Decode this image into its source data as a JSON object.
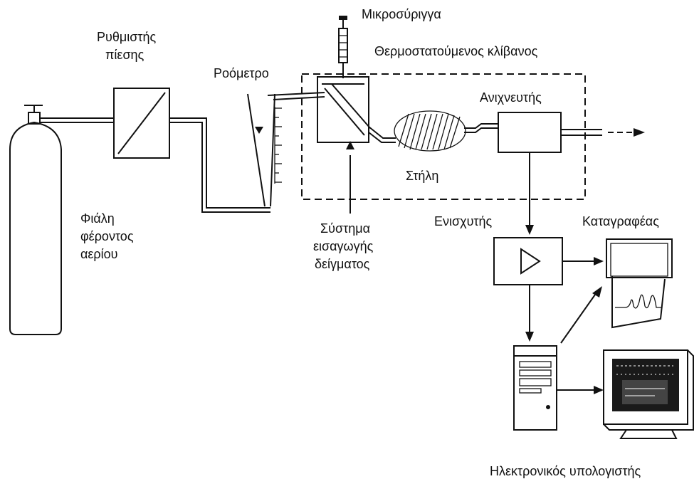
{
  "labels": {
    "microsyringe": "Μικροσύριγγα",
    "pressure_regulator_1": "Ρυθμιστής",
    "pressure_regulator_2": "πίεσης",
    "oven": "Θερμοστατούμενος κλίβανος",
    "flowmeter": "Ροόμετρο",
    "detector": "Ανιχνευτής",
    "column": "Στήλη",
    "carrier_gas_1": "Φιάλη",
    "carrier_gas_2": "φέροντος",
    "carrier_gas_3": "αερίου",
    "injector_1": "Σύστημα",
    "injector_2": "εισαγωγής",
    "injector_3": "δείγματος",
    "amplifier": "Ενισχυτής",
    "recorder": "Καταγραφέας",
    "computer": "Ηλεκτρονικός υπολογιστής"
  },
  "colors": {
    "ink": "#111111",
    "paper": "#ffffff",
    "screen": "#1a1a1a"
  }
}
